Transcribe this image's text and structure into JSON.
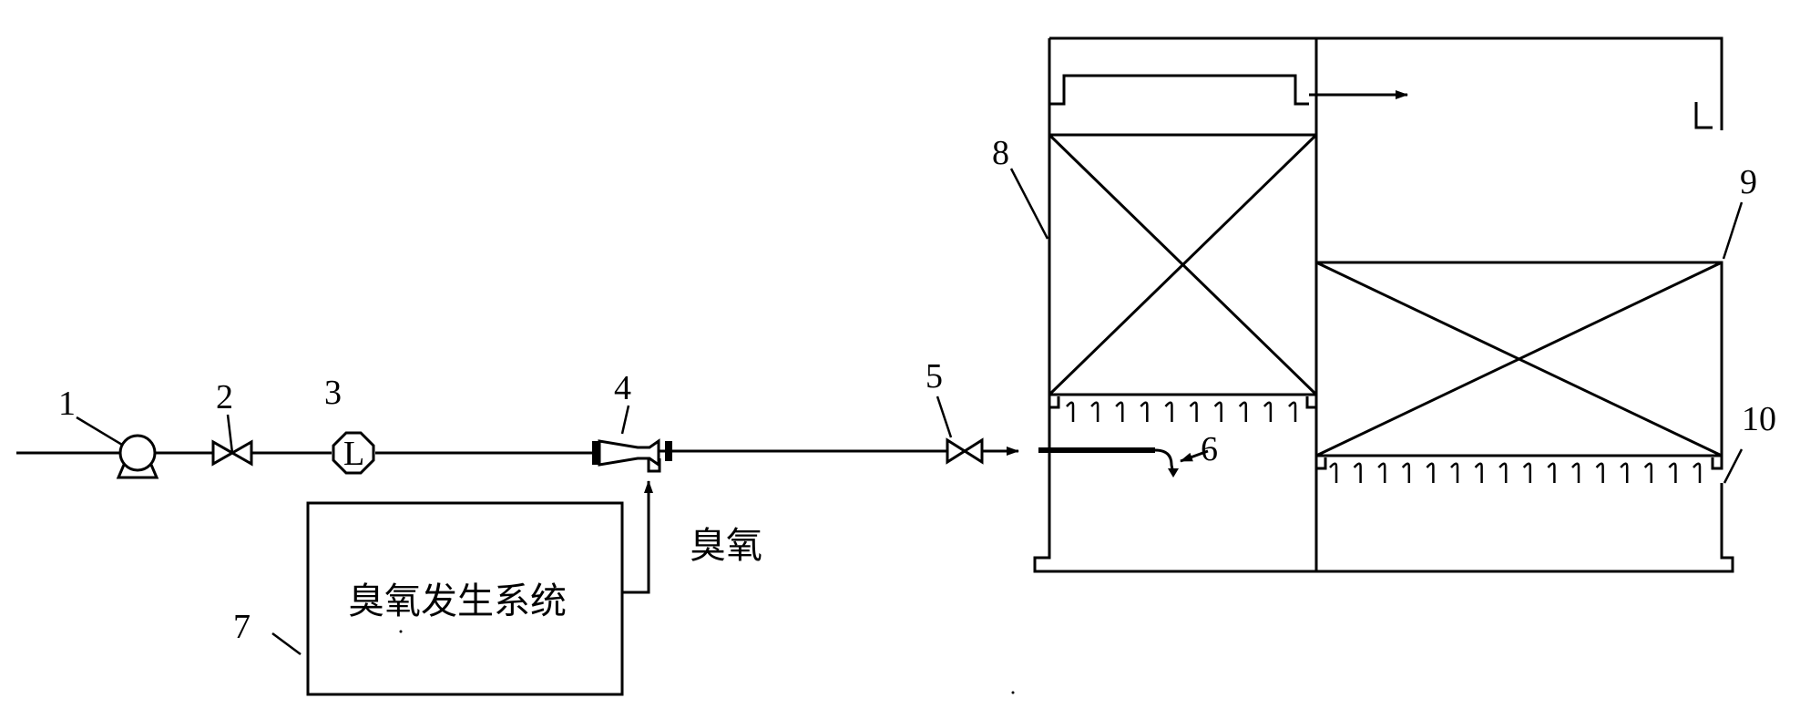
{
  "labels": {
    "n1": "1",
    "n2": "2",
    "n3": "3",
    "n4": "4",
    "n5": "5",
    "n6": "6",
    "n7": "7",
    "n8": "8",
    "n9": "9",
    "n10": "10",
    "meter_letter": "L"
  },
  "texts": {
    "ozone": "臭氧",
    "generator": "臭氧发生系统"
  }
}
